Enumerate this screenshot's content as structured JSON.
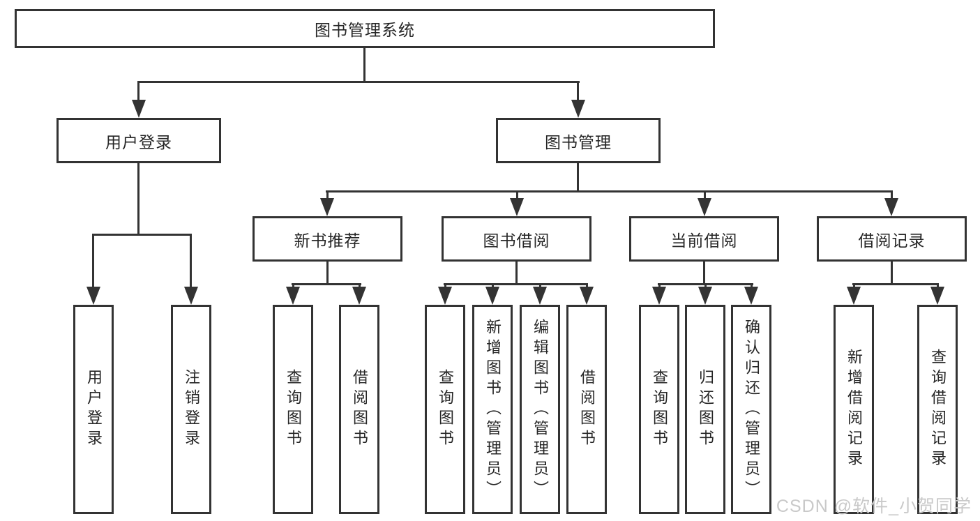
{
  "diagram": {
    "root": {
      "label": "图书管理系统"
    },
    "branches": [
      {
        "label": "用户登录",
        "children": [
          {
            "label": "用户登录"
          },
          {
            "label": "注销登录"
          }
        ]
      },
      {
        "label": "图书管理",
        "children": [
          {
            "label": "新书推荐",
            "children": [
              {
                "label": "查询图书"
              },
              {
                "label": "借阅图书"
              }
            ]
          },
          {
            "label": "图书借阅",
            "children": [
              {
                "label": "查询图书"
              },
              {
                "label": "新增图书（管理员）"
              },
              {
                "label": "编辑图书（管理员）"
              },
              {
                "label": "借阅图书"
              }
            ]
          },
          {
            "label": "当前借阅",
            "children": [
              {
                "label": "查询图书"
              },
              {
                "label": "归还图书"
              },
              {
                "label": "确认归还（管理员）"
              }
            ]
          },
          {
            "label": "借阅记录",
            "children": [
              {
                "label": "新增借阅记录"
              },
              {
                "label": "查询借阅记录"
              }
            ]
          }
        ]
      }
    ]
  },
  "watermark": {
    "text": "CSDN @软件_小贺同学"
  },
  "colors": {
    "line": "#333333",
    "text": "#262626",
    "box_fill": "#ffffff",
    "watermark": "#c9c9c9",
    "background": "#ffffff"
  }
}
